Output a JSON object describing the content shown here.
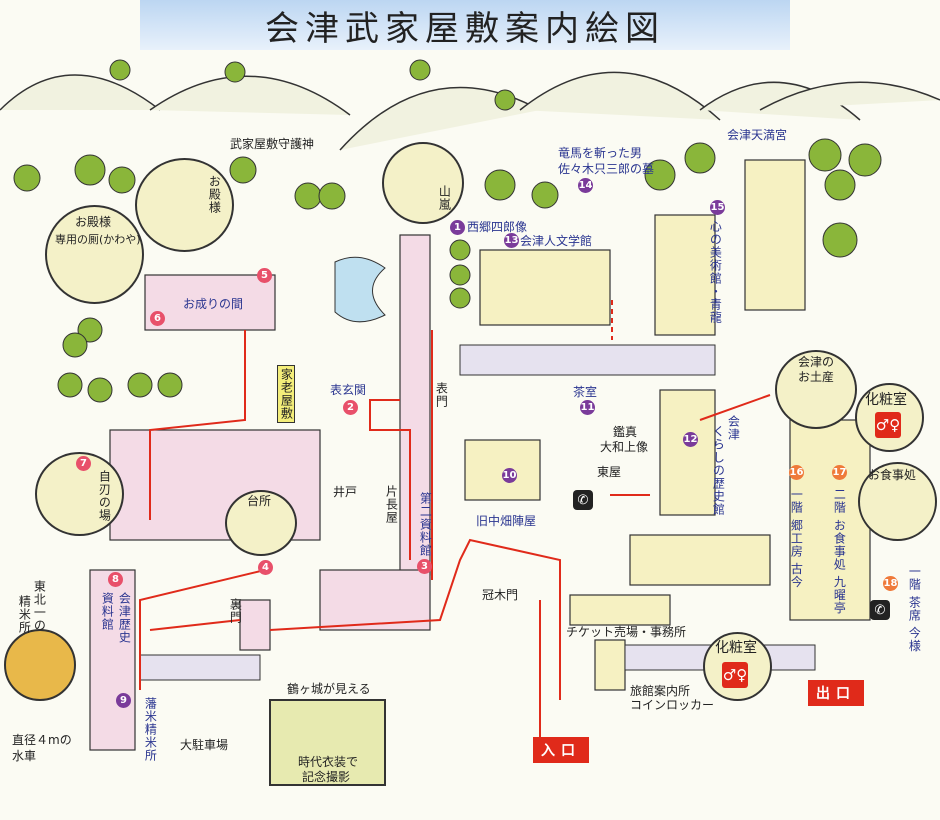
{
  "title": "会津武家屋敷案内絵図",
  "labels": {
    "shrine_guardian": "武家屋敷守護神",
    "lord": "お殿様",
    "lord_toilet_1": "お殿様",
    "lord_toilet_2": "専用の厠(かわや)",
    "onari_room": "お成りの間",
    "yamaarashi": "山嵐",
    "saigo_statue": "西郷四郎像",
    "aizu_literature": "会津人文学館",
    "grave_1": "竜馬を斬った男",
    "grave_2": "佐々木只三郎の墓",
    "tenmangu": "会津天満宮",
    "kokoro_museum": "心の美術館・青龍",
    "karo_yashiki": "家老屋敷",
    "omote_genkan": "表玄関",
    "omote_mon": "表門",
    "souvenir_1": "会津の",
    "souvenir_2": "お土産",
    "restroom_1": "化粧室",
    "tea_room": "茶室",
    "ganjin_1": "鑑真",
    "ganjin_2": "大和上像",
    "kurashi_1": "会津",
    "kurashi_2": "くらしの歴史館",
    "azumaya": "東屋",
    "nakahata": "旧中畑陣屋",
    "kokon": "一階 郷工房 古今",
    "kuyotei": "二階 お食事処 九曜亭",
    "dining": "お食事処",
    "imayo": "一階 茶席 今様",
    "jijin": "自刃の場",
    "kitchen": "台所",
    "well": "井戸",
    "katanagaya": "片長屋",
    "second_archive": "第二資料館",
    "history_archive_1": "会津歴史",
    "history_archive_2": "資料館",
    "rice_mill_top_1": "東北一の",
    "rice_mill_top_2": "精米所",
    "ura_mon": "裏門",
    "kabuki_mon": "冠木門",
    "ticket": "チケット売場・事務所",
    "restroom_2": "化粧室",
    "inn_info": "旅館案内所",
    "coin_locker": "コインロッカー",
    "exit": "出口",
    "entrance": "入口",
    "waterwheel_1": "直径４mの",
    "waterwheel_2": "水車",
    "han_rice_mill": "藩米精米所",
    "parking": "大駐車場",
    "castle_view": "鶴ヶ城が見える",
    "costume_1": "時代衣装で",
    "costume_2": "記念撮影"
  },
  "markers": [
    "1",
    "2",
    "3",
    "4",
    "5",
    "6",
    "7",
    "8",
    "9",
    "10",
    "11",
    "12",
    "13",
    "14",
    "15",
    "16",
    "17",
    "18"
  ],
  "icons": {
    "restroom": "restroom-icon",
    "phone": "phone-icon"
  },
  "colors": {
    "route": "#e02a1a",
    "marker_purple": "#7a3b9a",
    "marker_pink": "#e8506a",
    "marker_orange": "#ef7a3a",
    "label_blue": "#2a3590"
  }
}
